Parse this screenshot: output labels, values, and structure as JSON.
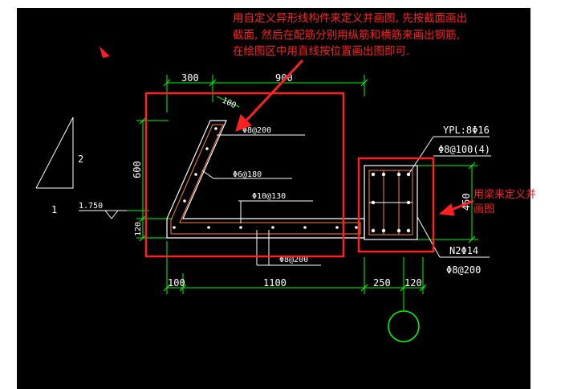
{
  "annotations": {
    "top_note": [
      "用自定义异形线构件来定义并画图, 先按截面画出",
      "截面, 然后在配筋分别用纵筋和横筋来画出钢筋,",
      "在绘图区中用直线按位置画出图即可."
    ],
    "beam_note": [
      "用梁来定义并",
      "画图"
    ]
  },
  "dimensions": {
    "top_300": "300",
    "top_900": "900",
    "left_600": "600",
    "left_120": "120",
    "slope_100": "100",
    "bottom_100": "100",
    "bottom_1100": "1100",
    "bottom_250": "250",
    "bottom_120": "120",
    "right_450": "450"
  },
  "rebar_labels": {
    "r1": "Φ8@200",
    "r2": "Φ6@180",
    "r3": "Φ10@130",
    "r4": "Φ8@200",
    "beam_top": "YPL:8Φ16",
    "beam_stirrup": "Φ8@100(4)",
    "beam_n2": "N2Φ14",
    "beam_bottom": "Φ8@200"
  },
  "misc": {
    "elevation": "1.750",
    "slope_2": "2",
    "slope_1": "1"
  },
  "colors": {
    "background": "#000000",
    "dimension": "#00ff00",
    "annotation": "#ff2020",
    "section_line": "#ffffff",
    "rebar": "#ff8040"
  }
}
